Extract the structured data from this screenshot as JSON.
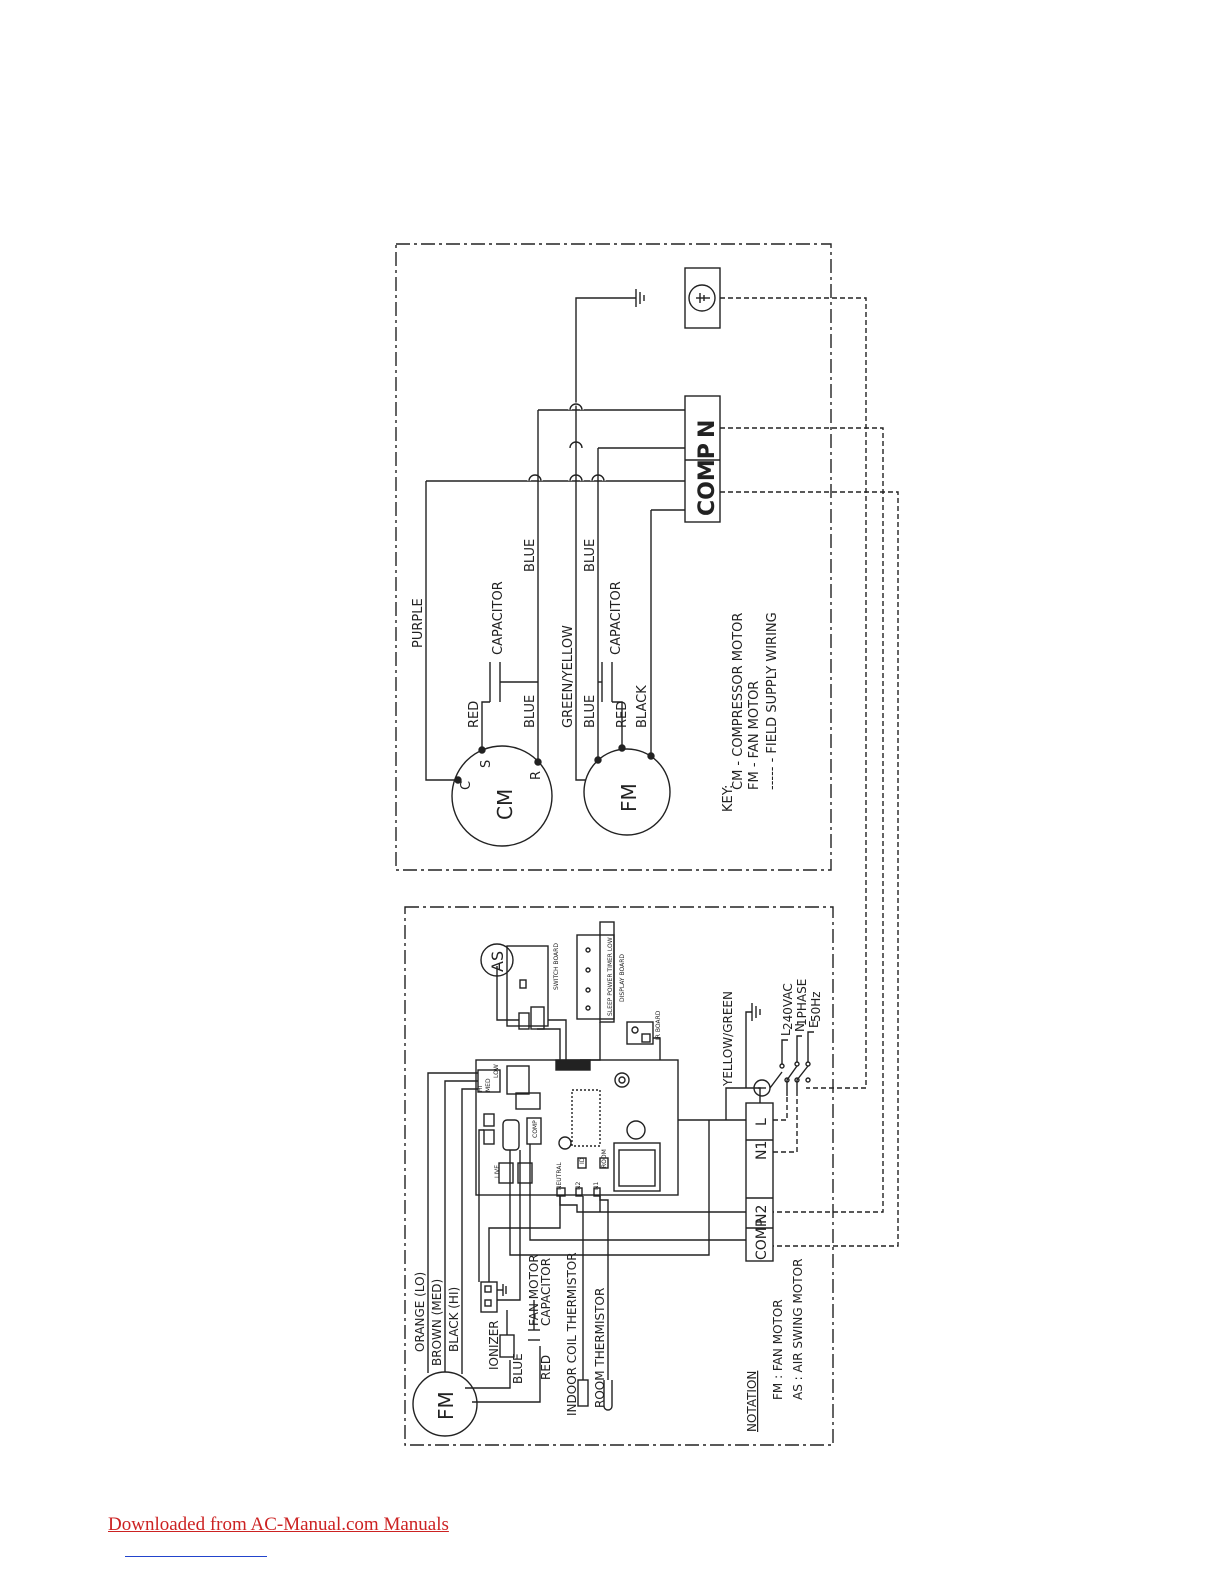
{
  "outdoor": {
    "wire_purple": "PURPLE",
    "wire_blue_top": "BLUE",
    "wire_blue_mid": "BLUE",
    "wire_green_yellow": "GREEN/YELLOW",
    "capacitor_cm": "CAPACITOR",
    "capacitor_fm": "CAPACITOR",
    "cm_red": "RED",
    "cm_blue": "BLUE",
    "fm_blue": "BLUE",
    "fm_red": "RED",
    "fm_black": "BLACK",
    "cm_label": "CM",
    "fm_label": "FM",
    "term_c": "C",
    "term_s": "S",
    "term_r": "R",
    "terminal_comp": "COMP",
    "terminal_n": "N",
    "key_title": "KEY:",
    "key_cm": "CM - COMPRESSOR MOTOR",
    "key_fm": "FM - FAN MOTOR",
    "key_field": "----- - FIELD SUPPLY WIRING"
  },
  "indoor": {
    "wire_orange": "ORANGE (LO)",
    "wire_brown": "BROWN (MED)",
    "wire_black": "BLACK (HI)",
    "ionizer": "IONIZER",
    "fan_cap_1": "FAN MOTOR",
    "fan_cap_2": "CAPACITOR",
    "wire_blue": "BLUE",
    "wire_red": "RED",
    "indoor_thermistor": "INDOOR COIL THERMISTOR",
    "room_thermistor": "ROOM THERMISTOR",
    "fm_label": "FM",
    "as_label": "AS",
    "switch_board": "SWITCH BOARD",
    "display_board": "DISPLAY BOARD",
    "display_buttons": "SLEEP POWER TIMER LOW",
    "ir_board": "IR BOARD",
    "pcb_hi": "HI",
    "pcb_med": "MED",
    "pcb_low": "LOW",
    "pcb_comp": "COMP",
    "pcb_live": "LIVE",
    "pcb_neutral": "NEUTRAL",
    "pcb_n2": "N2",
    "pcb_n1": "N1",
    "pcb_id": "ID",
    "pcb_room": "ROOM",
    "yellow_green": "YELLOW/GREEN",
    "supply_l": "L",
    "supply_n": "N",
    "supply_e": "E",
    "supply_240": "240VAC",
    "supply_phase": "1PHASE",
    "supply_hz": "50Hz",
    "term_l": "L",
    "term_n1": "N1",
    "term_n2": "N2",
    "term_comp": "COMP",
    "notation_title": "NOTATION",
    "notation_fm": "FM :  FAN MOTOR",
    "notation_as": "AS :  AIR SWING MOTOR"
  },
  "footer": {
    "link_text": "Downloaded from AC-Manual.com Manuals"
  }
}
